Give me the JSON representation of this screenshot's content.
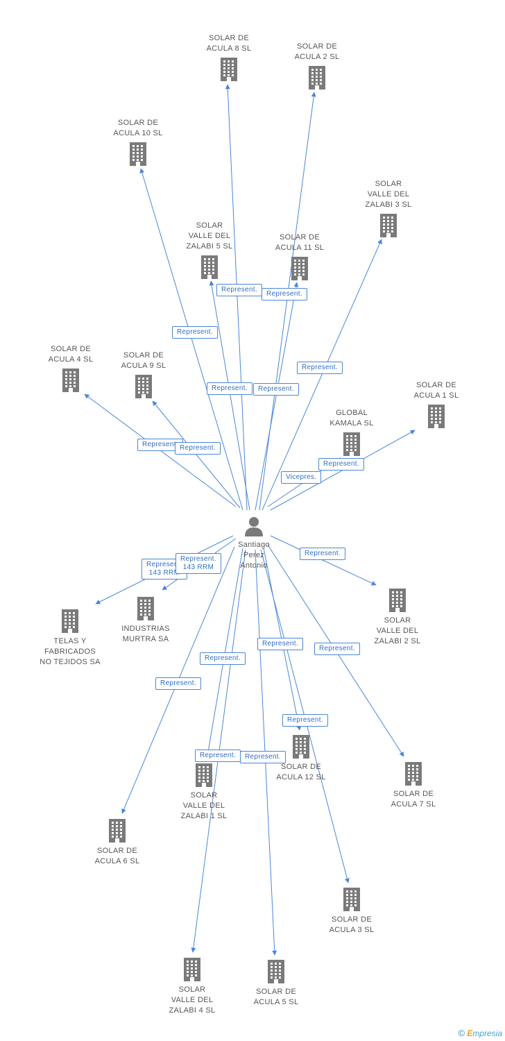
{
  "center": {
    "label": "Santiago\nPerez\nAntonio",
    "icon": "person-icon"
  },
  "colors": {
    "edge": "#4a86d6",
    "icon": "#7a7a7a",
    "label": "#555555"
  },
  "companies": [
    {
      "id": "solar-acula-8",
      "label": "SOLAR DE\nACULA 8 SL"
    },
    {
      "id": "solar-acula-2",
      "label": "SOLAR DE\nACULA 2 SL"
    },
    {
      "id": "solar-acula-10",
      "label": "SOLAR DE\nACULA 10 SL"
    },
    {
      "id": "solar-valle-zalabi-3",
      "label": "SOLAR\nVALLE DEL\nZALABI 3 SL"
    },
    {
      "id": "solar-valle-zalabi-5",
      "label": "SOLAR\nVALLE DEL\nZALABI 5 SL"
    },
    {
      "id": "solar-acula-11",
      "label": "SOLAR DE\nACULA 11 SL"
    },
    {
      "id": "solar-acula-4",
      "label": "SOLAR DE\nACULA 4 SL"
    },
    {
      "id": "solar-acula-9",
      "label": "SOLAR DE\nACULA 9 SL"
    },
    {
      "id": "solar-acula-1",
      "label": "SOLAR DE\nACULA 1 SL"
    },
    {
      "id": "global-kamala",
      "label": "GLOBAL\nKAMALA SL"
    },
    {
      "id": "telas-fabricados",
      "label": "TELAS Y\nFABRICADOS\nNO TEJIDOS SA"
    },
    {
      "id": "industrias-murtra",
      "label": "INDUSTRIAS\nMURTRA SA"
    },
    {
      "id": "solar-valle-zalabi-2",
      "label": "SOLAR\nVALLE DEL\nZALABI 2 SL"
    },
    {
      "id": "solar-acula-12",
      "label": "SOLAR DE\nACULA 12 SL"
    },
    {
      "id": "solar-acula-7",
      "label": "SOLAR DE\nACULA 7 SL"
    },
    {
      "id": "solar-valle-zalabi-1",
      "label": "SOLAR\nVALLE DEL\nZALABI 1 SL"
    },
    {
      "id": "solar-acula-6",
      "label": "SOLAR DE\nACULA 6 SL"
    },
    {
      "id": "solar-acula-3",
      "label": "SOLAR DE\nACULA 3 SL"
    },
    {
      "id": "solar-valle-zalabi-4",
      "label": "SOLAR\nVALLE DEL\nZALABI 4 SL"
    },
    {
      "id": "solar-acula-5",
      "label": "SOLAR DE\nACULA 5 SL"
    }
  ],
  "relations": [
    {
      "target": "solar-acula-8",
      "label": "Represent."
    },
    {
      "target": "solar-acula-2",
      "label": "Represent."
    },
    {
      "target": "solar-acula-10",
      "label": "Represent."
    },
    {
      "target": "solar-valle-zalabi-3",
      "label": "Represent."
    },
    {
      "target": "solar-valle-zalabi-5",
      "label": "Represent."
    },
    {
      "target": "solar-acula-11",
      "label": "Represent."
    },
    {
      "target": "solar-acula-4",
      "label": "Represent."
    },
    {
      "target": "solar-acula-9",
      "label": "Represent."
    },
    {
      "target": "solar-acula-1",
      "label": "Represent."
    },
    {
      "target": "global-kamala",
      "label": "Vicepres."
    },
    {
      "target": "telas-fabricados",
      "label": "Represent.\n143 RRM"
    },
    {
      "target": "industrias-murtra",
      "label": "Represent.\n143 RRM"
    },
    {
      "target": "solar-valle-zalabi-2",
      "label": "Represent."
    },
    {
      "target": "solar-acula-12",
      "label": "Represent."
    },
    {
      "target": "solar-acula-7",
      "label": "Represent."
    },
    {
      "target": "solar-valle-zalabi-1",
      "label": "Represent."
    },
    {
      "target": "solar-acula-6",
      "label": "Represent."
    },
    {
      "target": "solar-acula-3",
      "label": "Represent."
    },
    {
      "target": "solar-valle-zalabi-4",
      "label": "Represent."
    },
    {
      "target": "solar-acula-5",
      "label": "Represent."
    }
  ],
  "watermark": {
    "symbol": "©",
    "brand_initial": "E",
    "brand_rest": "mpresia"
  }
}
